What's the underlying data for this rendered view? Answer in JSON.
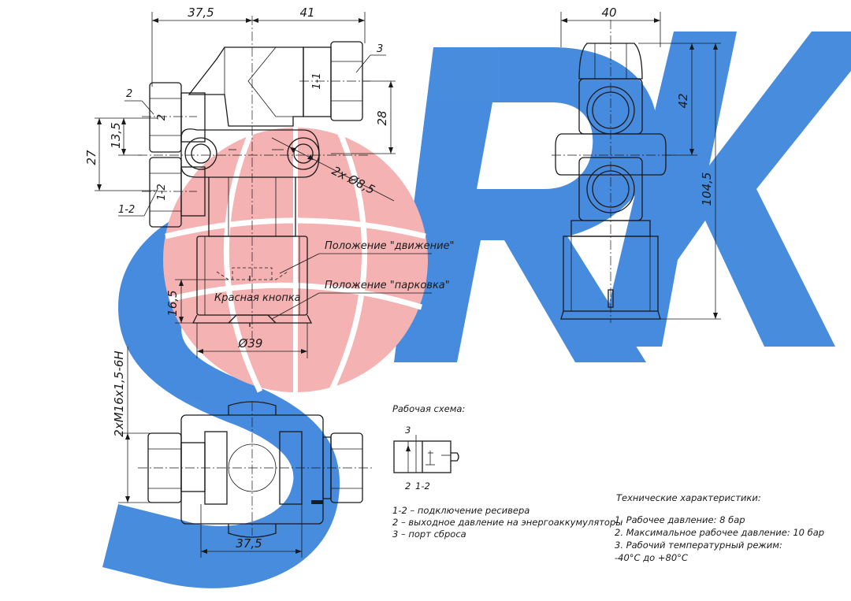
{
  "dimensions": {
    "front_width_left": "37,5",
    "front_width_right": "41",
    "side_width": "40",
    "height_13_5": "13,5",
    "height_27": "27",
    "height_28": "28",
    "height_42": "42",
    "height_104_5": "104,5",
    "hole_dia": "2x Ø8,5",
    "knob_dia": "Ø39",
    "stroke_16_5": "16,5",
    "thread": "2xM16x1,5-6H",
    "bottom_width": "37,5"
  },
  "ports": {
    "port_1_1": "1-1",
    "port_2": "2",
    "port_1_2": "1-2",
    "callout_3": "3",
    "callout_2": "2",
    "callout_1_2": "1-2"
  },
  "labels": {
    "position_drive": "Положение \"движение\"",
    "position_park": "Положение \"парковка\"",
    "red_button": "Красная кнопка"
  },
  "scheme": {
    "title": "Рабочая схема:",
    "port_top": "3",
    "port_bottom_left": "2",
    "port_bottom_right": "1-2",
    "legend": [
      "1-2 – подключение ресивера",
      "2 – выходное давление на энергоаккумуляторы",
      "3 – порт сброса"
    ]
  },
  "specs": {
    "title": "Технические характеристики:",
    "items": [
      "1. Рабочее давление: 8 бар",
      "2. Максимальное рабочее давление: 10 бар",
      "3. Рабочий температурный режим:",
      "-40°С до +80°С"
    ]
  },
  "colors": {
    "watermark_blue": "#1a6fd6",
    "watermark_red": "#f08080",
    "line": "#1a1a1a"
  }
}
